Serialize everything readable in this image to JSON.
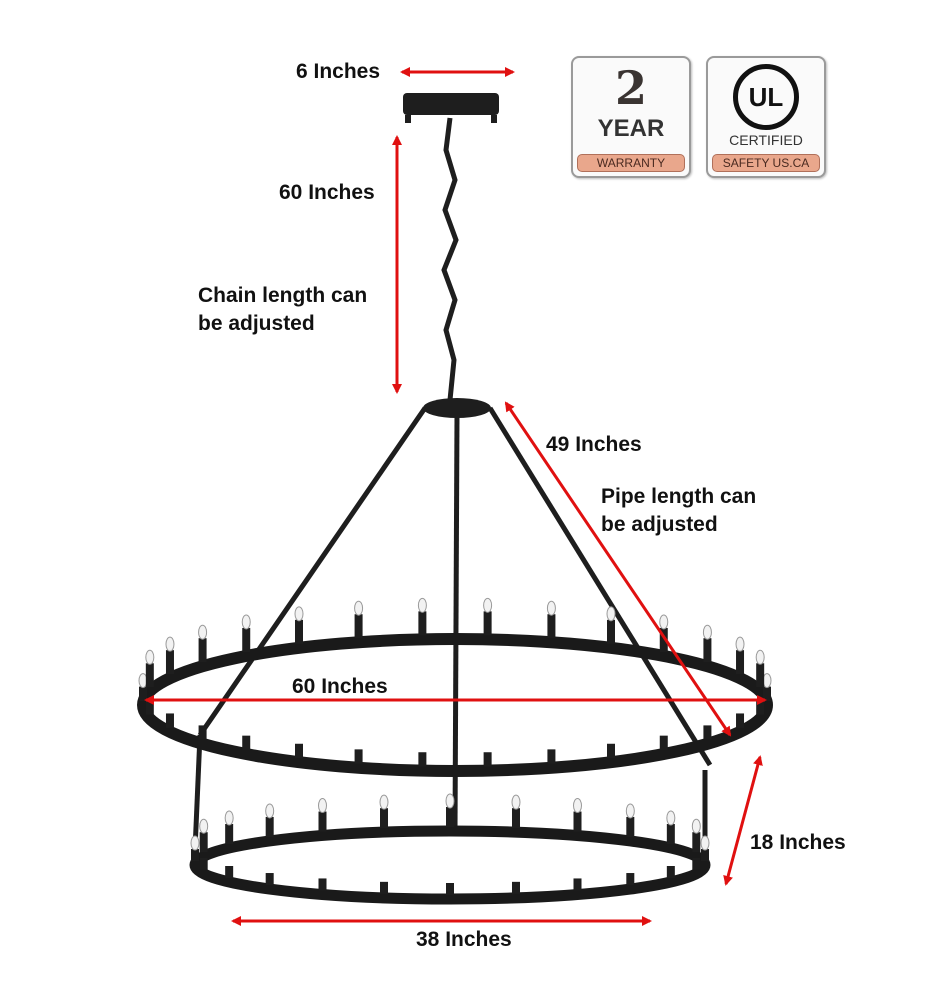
{
  "labels": {
    "canopy_width": "6 Inches",
    "chain_length": "60 Inches",
    "chain_note_1": "Chain length can",
    "chain_note_2": "be adjusted",
    "pipe_length": "49 Inches",
    "pipe_note_1": "Pipe length can",
    "pipe_note_2": "be adjusted",
    "upper_diameter": "60 Inches",
    "tier_height": "18 Inches",
    "lower_diameter": "38 Inches"
  },
  "badges": {
    "warranty": {
      "number": "2",
      "unit": "YEAR",
      "strip": "WARRANTY"
    },
    "ul": {
      "mark": "UL",
      "text": "CERTIFIED",
      "strip": "SAFETY US.CA"
    }
  },
  "colors": {
    "arrow": "#e01010",
    "iron": "#1a1a1a",
    "strip": "#e9a78c"
  }
}
